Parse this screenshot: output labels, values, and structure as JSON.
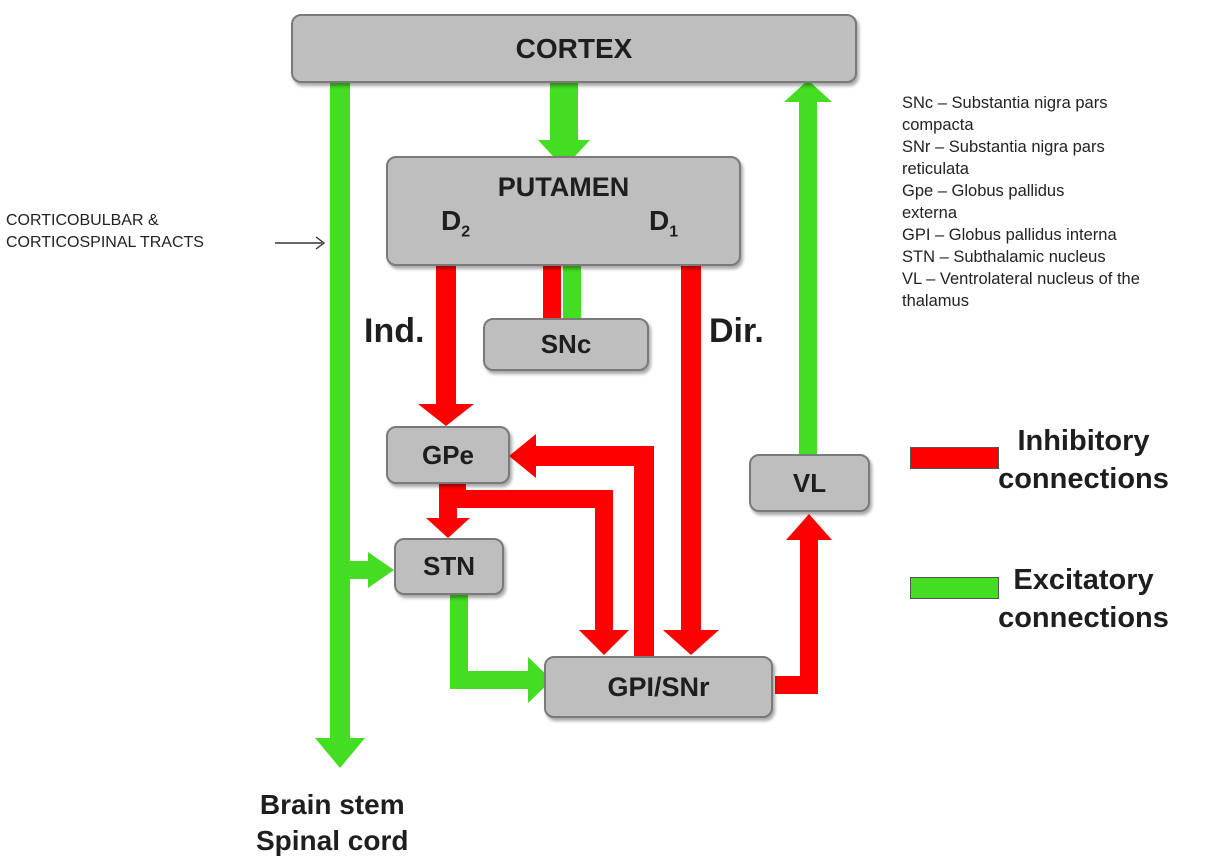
{
  "boxes": {
    "cortex": "CORTEX",
    "putamen": "PUTAMEN",
    "snc": "SNc",
    "gpe": "GPe",
    "stn": "STN",
    "gpi_snr": "GPI/SNr",
    "vl": "VL"
  },
  "receptors": {
    "d2": {
      "letter": "D",
      "sub": "2"
    },
    "d1": {
      "letter": "D",
      "sub": "1"
    }
  },
  "pathways": {
    "indirect": "Ind.",
    "direct": "Dir."
  },
  "tracts": {
    "line1": "CORTICOBULBAR &",
    "line2": "CORTICOSPINAL TRACTS"
  },
  "outputs": {
    "line1": "Brain stem",
    "line2": "Spinal cord"
  },
  "abbreviations": [
    "SNc – Substantia nigra pars compacta",
    "SNr – Substantia nigra pars reticulata",
    "Gpe – Globus pallidus externa",
    "GPI – Globus pallidus interna",
    "STN – Subthalamic nucleus",
    "VL – Ventrolateral nucleus of the thalamus"
  ],
  "legend": {
    "inhibitory": {
      "line1": "Inhibitory",
      "line2": "connections",
      "color": "#ff0000"
    },
    "excitatory": {
      "line1": "Excitatory",
      "line2": "connections",
      "color": "#44dd22"
    }
  },
  "colors": {
    "inhibitory": "#ff0000",
    "excitatory": "#44dd22",
    "box_fill": "#bebebe"
  }
}
